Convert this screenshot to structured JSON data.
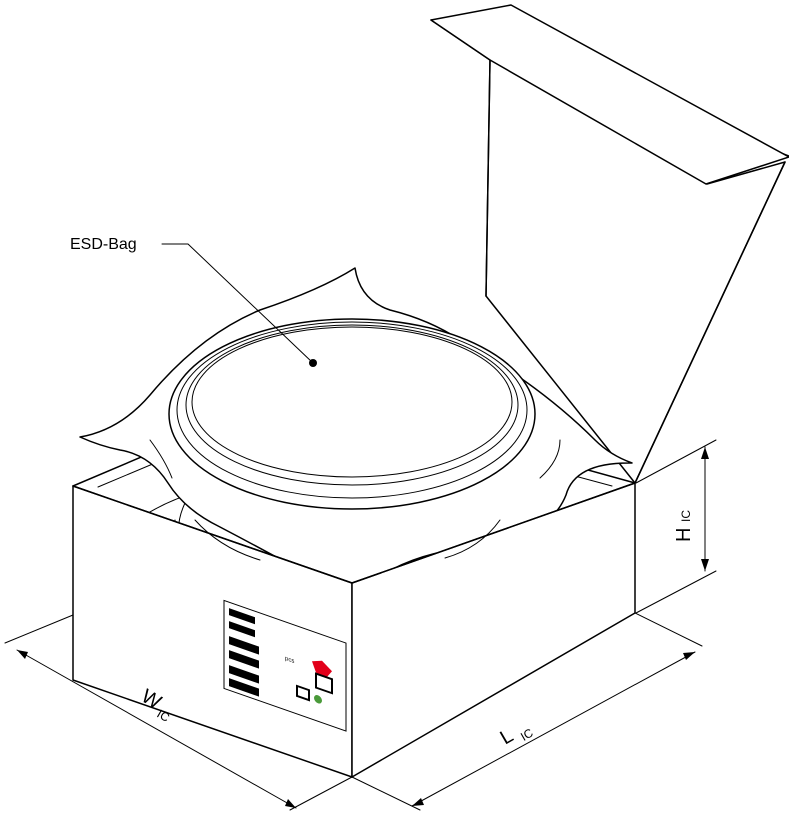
{
  "labels": {
    "esd_bag": "ESD-Bag",
    "width_main": "W",
    "width_sub": "IC",
    "length_main": "L",
    "length_sub": "IC",
    "height_main": "H",
    "height_sub": "IC"
  },
  "product_label": {
    "unit_text": "pcs",
    "brand_color": "#e2001a"
  },
  "colors": {
    "line": "#000000",
    "background": "#ffffff"
  }
}
